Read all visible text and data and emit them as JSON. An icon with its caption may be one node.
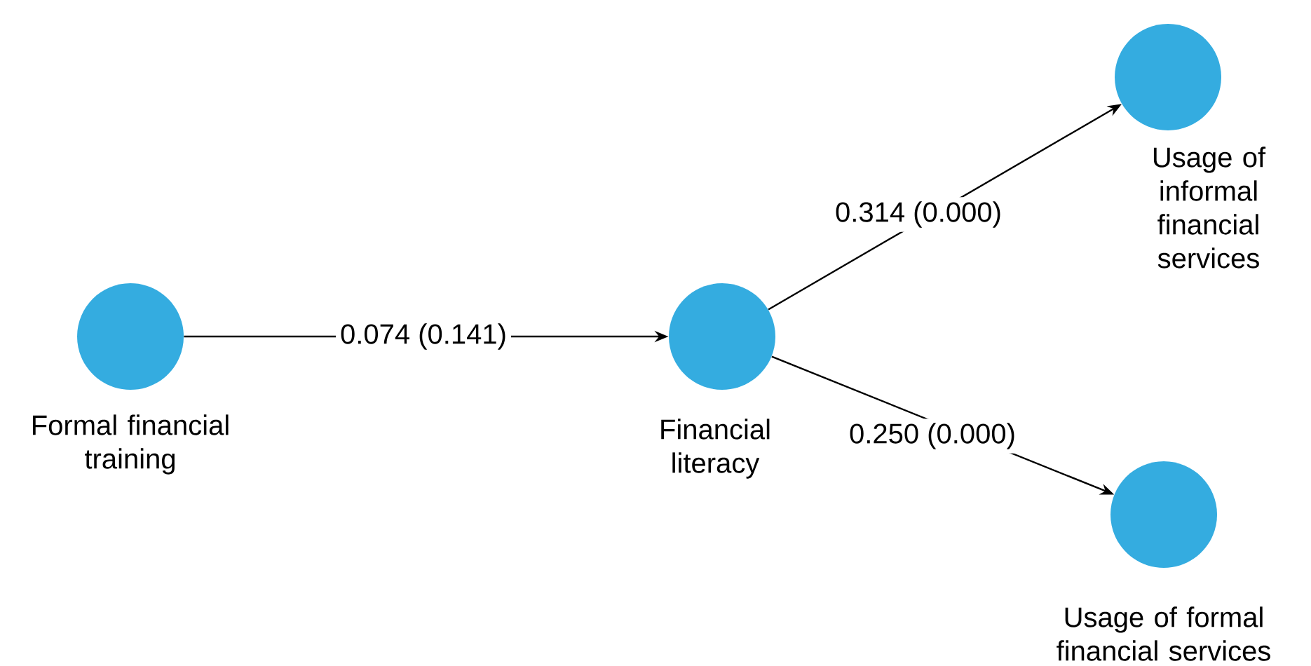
{
  "diagram": {
    "nodes": [
      {
        "text": [
          "Formal financial training"
        ]
      },
      {
        "text": [
          "Financial literacy"
        ]
      },
      {
        "text": [
          "Usage of informal financial services"
        ]
      },
      {
        "text": [
          "Usage of formal financial services"
        ]
      }
    ],
    "edges": [
      {
        "from": 0,
        "to": 1,
        "arrow": "to",
        "label": "0.074 (0.141)"
      },
      {
        "from": 1,
        "to": 2,
        "arrow": "to",
        "label": "0.314 (0.000)"
      },
      {
        "from": 1,
        "to": 3,
        "arrow": "to",
        "label": "0.250 (0.000)"
      }
    ]
  }
}
